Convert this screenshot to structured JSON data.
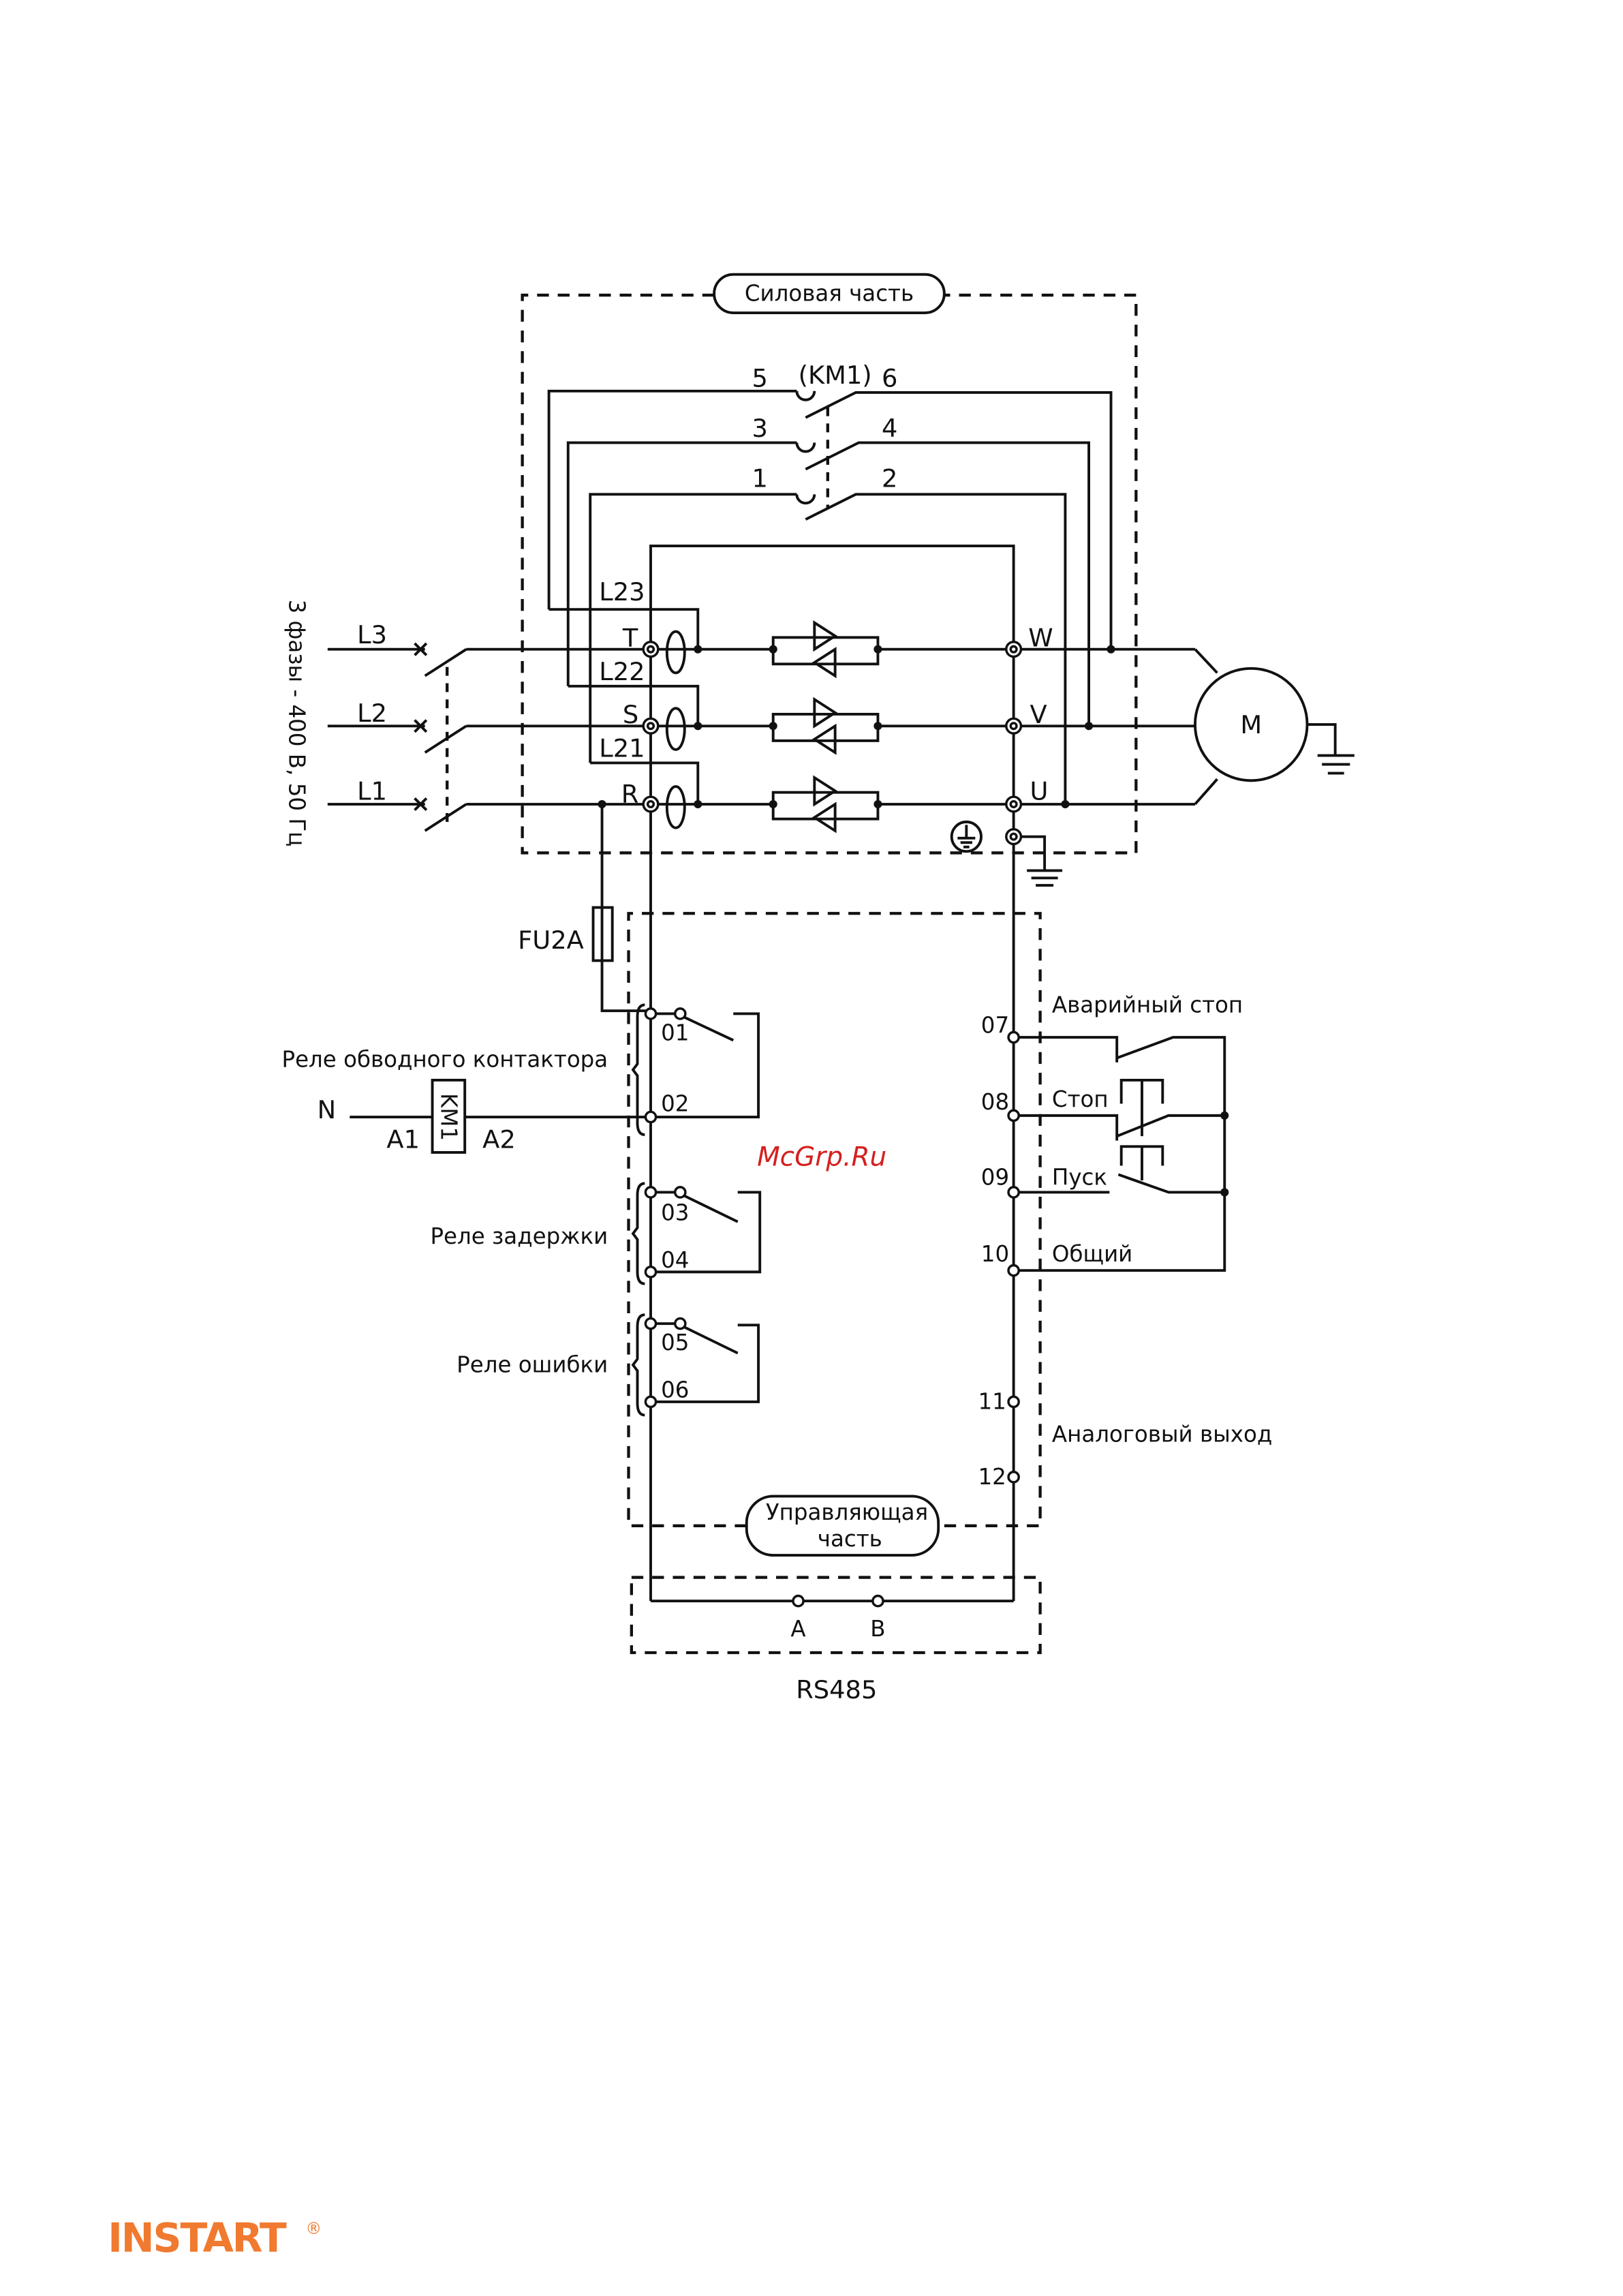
{
  "power_section": {
    "title": "Силовая часть",
    "supply_label": "3 фазы - 400 В, 50 Гц",
    "phases": [
      "L3",
      "L2",
      "L1"
    ],
    "inputs": [
      "T",
      "S",
      "R"
    ],
    "outputs": [
      "W",
      "V",
      "U"
    ],
    "bypass_labels": [
      "L23",
      "L22",
      "L21"
    ],
    "contactor": {
      "name": "(KM1)",
      "left": [
        "5",
        "3",
        "1"
      ],
      "right": [
        "6",
        "4",
        "2"
      ]
    },
    "motor": "M"
  },
  "control_section": {
    "title_line1": "Управляющая",
    "title_line2": "часть",
    "fuse": "FU2A",
    "neutral": "N",
    "coil": {
      "name": "KM1",
      "a1": "A1",
      "a2": "A2"
    },
    "relays": [
      {
        "label": "Реле обводного контактора",
        "terminals": [
          "01",
          "02"
        ]
      },
      {
        "label": "Реле задержки",
        "terminals": [
          "03",
          "04"
        ]
      },
      {
        "label": "Реле ошибки",
        "terminals": [
          "05",
          "06"
        ]
      }
    ],
    "inputs": [
      {
        "terminal": "07",
        "label": "Аварийный стоп"
      },
      {
        "terminal": "08",
        "label": "Стоп"
      },
      {
        "terminal": "09",
        "label": "Пуск"
      },
      {
        "terminal": "10",
        "label": "Общий"
      }
    ],
    "analog": {
      "terminals": [
        "11",
        "12"
      ],
      "label": "Аналоговый выход"
    }
  },
  "rs485": {
    "title": "RS485",
    "a": "A",
    "b": "B"
  },
  "watermark": "McGrp.Ru",
  "logo": {
    "text": "INSTART",
    "mark": "®",
    "color": "#f07a2f"
  },
  "colors": {
    "watermark": "#d42020"
  }
}
